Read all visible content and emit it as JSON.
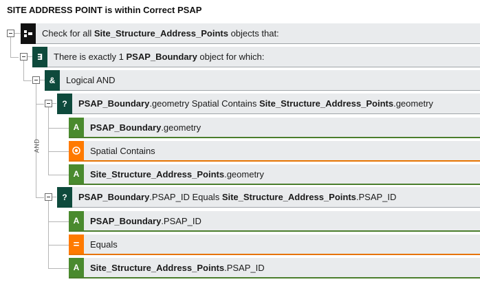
{
  "title": "SITE ADDRESS POINT is within Correct PSAP",
  "connector_label": "AND",
  "colors": {
    "black_badge": "#111111",
    "dark_green_badge": "#0e4a3c",
    "green_badge": "#4a8a2e",
    "orange_badge": "#ff7a00",
    "row_bg": "#e9ebed"
  },
  "rows": [
    {
      "icon": "for-all-icon",
      "pre": "Check for all ",
      "bold": "Site_Structure_Address_Points",
      "post": " objects that:"
    },
    {
      "icon": "exists-icon",
      "badge": "∃",
      "pre": "There is exactly 1 ",
      "bold": "PSAP_Boundary",
      "post": " object for which:"
    },
    {
      "icon": "logical-and-icon",
      "badge": "&",
      "pre": "Logical AND",
      "bold": "",
      "post": ""
    },
    {
      "icon": "condition-icon",
      "badge": "?",
      "pre": "",
      "bold": "PSAP_Boundary",
      "post": ".geometry Spatial Contains ",
      "bold2": "Site_Structure_Address_Points",
      "post2": ".geometry"
    },
    {
      "icon": "attribute-icon",
      "badge": "A",
      "pre": "",
      "bold": "PSAP_Boundary",
      "post": ".geometry"
    },
    {
      "icon": "spatial-operator-icon",
      "badge": "",
      "pre": "Spatial Contains",
      "bold": "",
      "post": ""
    },
    {
      "icon": "attribute-icon",
      "badge": "A",
      "pre": "",
      "bold": "Site_Structure_Address_Points",
      "post": ".geometry"
    },
    {
      "icon": "condition-icon",
      "badge": "?",
      "pre": "",
      "bold": "PSAP_Boundary",
      "post": ".PSAP_ID Equals ",
      "bold2": "Site_Structure_Address_Points",
      "post2": ".PSAP_ID"
    },
    {
      "icon": "attribute-icon",
      "badge": "A",
      "pre": "",
      "bold": "PSAP_Boundary",
      "post": ".PSAP_ID"
    },
    {
      "icon": "equals-operator-icon",
      "badge": "=",
      "pre": "Equals",
      "bold": "",
      "post": ""
    },
    {
      "icon": "attribute-icon",
      "badge": "A",
      "pre": "",
      "bold": "Site_Structure_Address_Points",
      "post": ".PSAP_ID"
    }
  ]
}
